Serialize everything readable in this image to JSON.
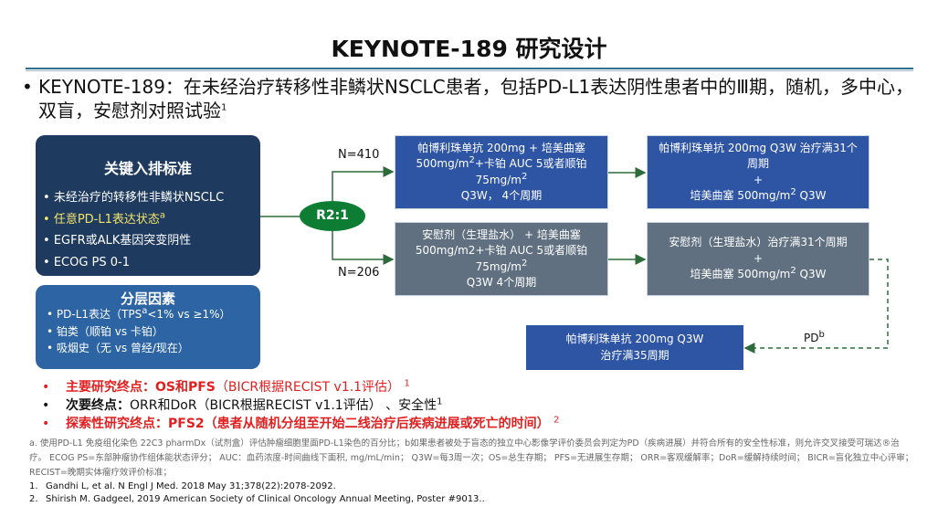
{
  "title": "KEYNOTE-189 研究设计",
  "main_bullet": {
    "text": "KEYNOTE-189：在未经治疗转移性非鳞状NSCLC患者，包括PD-L1表达阴性患者中的Ⅲ期，随机，多中心，双盲，安慰剂对照试验",
    "sup": "1"
  },
  "inclusion": {
    "title": "关键入排标准",
    "items": [
      {
        "text": "未经治疗的转移性非鳞状NSCLC",
        "sup": ""
      },
      {
        "text": "任意PD-L1表达状态",
        "sup": "a"
      },
      {
        "text": "EGFR或ALK基因突变阴性",
        "sup": ""
      },
      {
        "text": "ECOG PS 0-1",
        "sup": ""
      }
    ]
  },
  "stratification": {
    "title": "分层因素",
    "items": [
      {
        "pre": "PD-L1表达（TPS",
        "sup": "a",
        "post": "<1% vs ≥1%）"
      },
      {
        "pre": "铂类（顺铂 vs 卡铂）",
        "sup": "",
        "post": ""
      },
      {
        "pre": "吸烟史（无 vs 曾经/现在）",
        "sup": "",
        "post": ""
      }
    ]
  },
  "randomization": "R2:1",
  "n_arm1": "N=410",
  "n_arm2": "N=206",
  "arm1": {
    "line1": "帕博利珠单抗 200mg + 培美曲塞",
    "line2a": "500mg/m",
    "line2sup": "2",
    "line2b": "+卡铂 AUC 5或者顺铂",
    "line3a": "75mg/m",
    "line3sup": "2",
    "line4": "Q3W， 4个周期"
  },
  "arm2": {
    "line1": "安慰剂（生理盐水） + 培美曲塞",
    "line2": "500mg/m2+卡铂 AUC 5或者顺铂",
    "line3a": "75mg/m",
    "line3sup": "2",
    "line4": "Q3W 4个周期"
  },
  "cont1": {
    "line1": "帕博利珠单抗 200mg Q3W 治疗满31个",
    "line2": "周期",
    "line3": "+",
    "line4a": "培美曲塞 500mg/m",
    "line4sup": "2",
    "line4b": " Q3W"
  },
  "cont2": {
    "line1": "安慰剂（生理盐水）治疗满31个周期",
    "line2": "+",
    "line3a": "培美曲塞 500mg/m",
    "line3sup": "2",
    "line3b": " Q3W"
  },
  "crossover": {
    "line1": "帕博利珠单抗  200mg Q3W",
    "line2": "治疗满35周期"
  },
  "pd_label": "PD",
  "pd_sup": "b",
  "endpoints": {
    "primary_label": "主要研究终点：OS和PFS",
    "primary_detail": "（BICR根据RECIST v1.1评估）",
    "primary_sup": "1",
    "secondary_label": "次要终点：",
    "secondary_detail": "ORR和DoR（BICR根据RECIST v1.1评估） 、安全性",
    "secondary_sup": "1",
    "exploratory_label": "探索性研究终点：PFS2（患者从随机分组至开始二线治疗后疾病进展或死亡的时间）",
    "exploratory_sup": "2"
  },
  "footnote": "a. 使用PD-L1 免疫组化染色 22C3 pharmDx（试剂盒）评估肿瘤细胞里面PD-L1染色的百分比；b如果患者被处于盲态的独立中心影像学评价委员会判定为PD（疾病进展）并符合所有的安全性标准，则允许交叉接受可瑞达®治疗。    ECOG PS=东部肿瘤协作组体能状态评分；  AUC：血药浓度-时间曲线下面积, mg/mL/min；  Q3W=每3周一次；OS=总生存期；   PFS=无进展生存期；  ORR=客观缓解率；DoR=缓解持续时间；  BICR=盲化独立中心评审；  RECIST=晚期实体瘤疗效评价标准；",
  "references": [
    {
      "num": "1.",
      "text": "Gandhi L, et al. N Engl J Med. 2018  May 31;378(22):2078-2092."
    },
    {
      "num": "2.",
      "text": "Shirish M. Gadgeel, 2019  American Society of Clinical Oncology Annual Meeting, Poster #9013.."
    }
  ],
  "colors": {
    "dark_navy": "#1e3a5f",
    "blue": "#2e55a4",
    "gray": "#607080",
    "green": "#0e7d34",
    "red": "#e02020",
    "highlight_yellow": "#f3e36a"
  }
}
